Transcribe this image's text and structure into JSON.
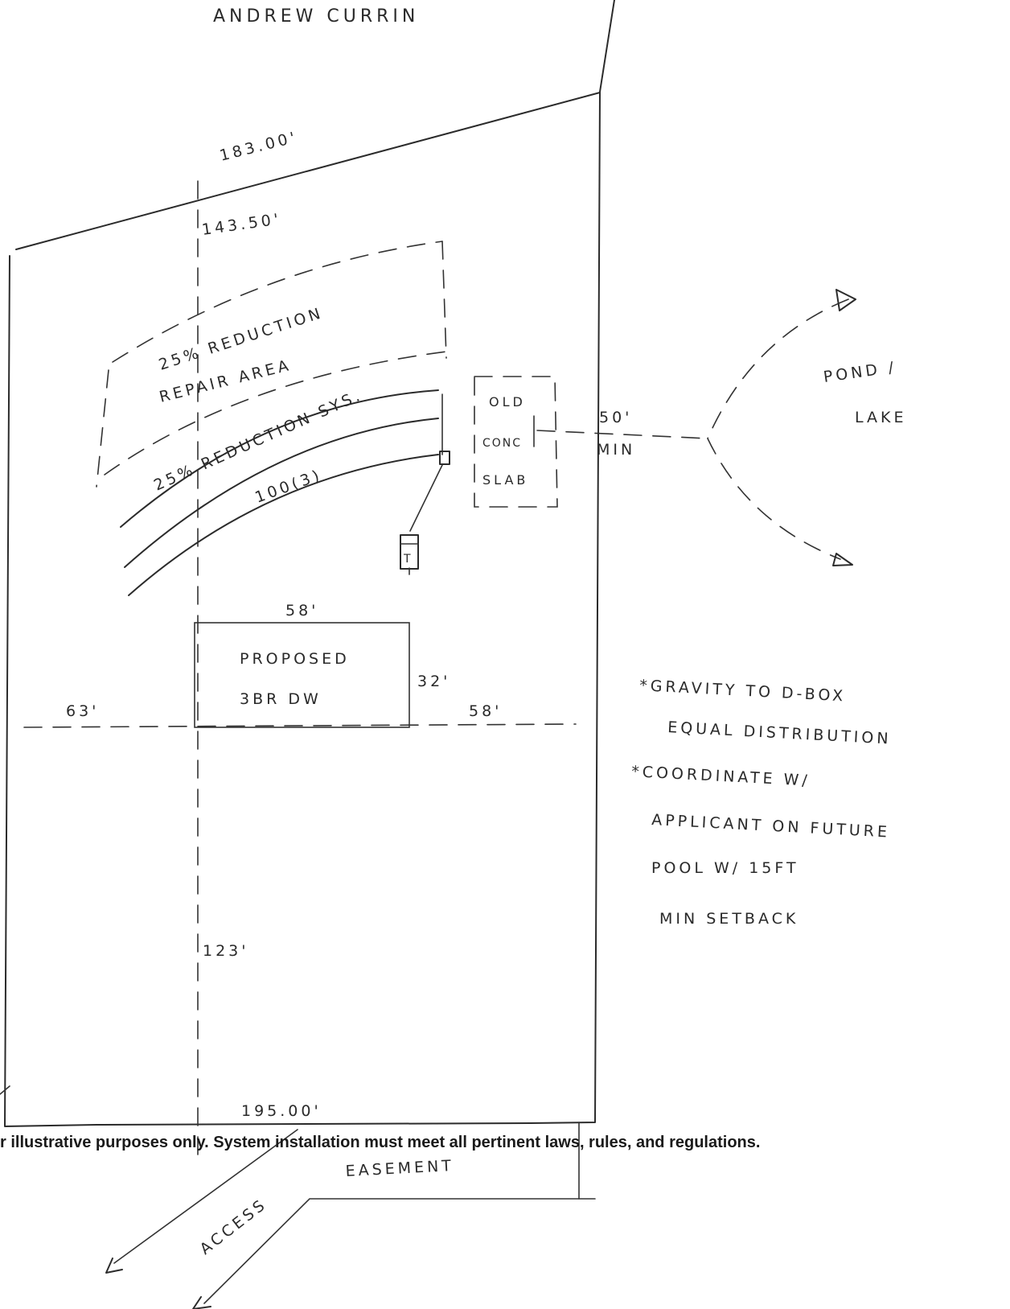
{
  "owner_label": "ANDREW CURRIN",
  "dimensions": {
    "top_boundary": "183.00'",
    "left_upper_depth": "143.50'",
    "house_width": "58'",
    "house_depth": "32'",
    "left_setback": "63'",
    "right_setback": "58'",
    "left_lower_depth": "123'",
    "bottom_boundary": "195.00'",
    "slab_to_pond": "50'",
    "slab_to_pond_min": "MIN"
  },
  "areas": {
    "repair_line1": "25% REDUCTION",
    "repair_line2": "REPAIR AREA",
    "system_line1": "25% REDUCTION SYS.",
    "system_line2": "100(3)",
    "tank": "T"
  },
  "slab": {
    "line1": "OLD",
    "line2": "CONC",
    "line3": "SLAB"
  },
  "house": {
    "line1": "PROPOSED",
    "line2": "3BR DW"
  },
  "pond": {
    "line1": "POND /",
    "line2": "LAKE"
  },
  "notes": [
    "*GRAVITY TO D-BOX",
    "EQUAL DISTRIBUTION",
    "*COORDINATE W/",
    "APPLICANT ON FUTURE",
    "POOL W/ 15FT",
    "MIN SETBACK"
  ],
  "easement": {
    "access": "ACCESS",
    "easement": "EASEMENT"
  },
  "disclaimer": "r illustrative purposes only.  System installation must meet all pertinent laws, rules, and regulations."
}
